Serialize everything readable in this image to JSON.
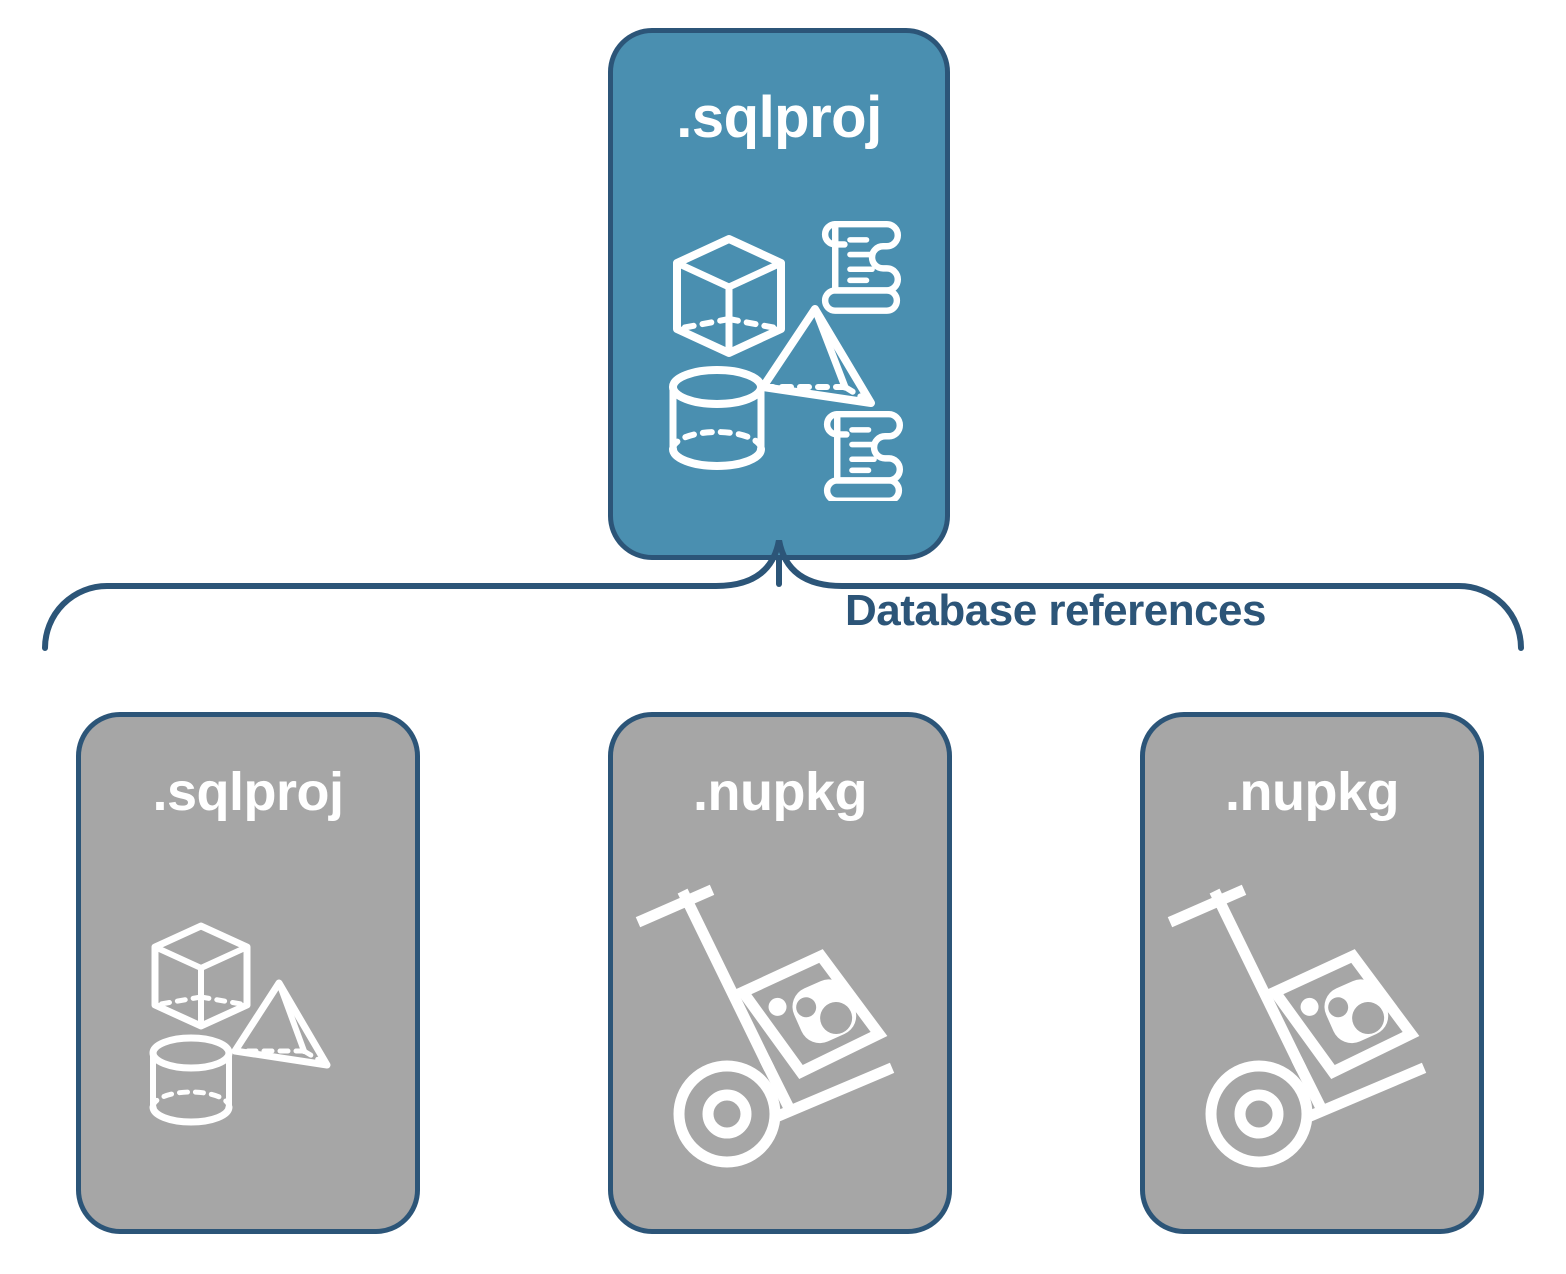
{
  "diagram": {
    "title_text": "Database references",
    "colors": {
      "primary_fill": "#4a8fb0",
      "secondary_fill": "#a6a6a6",
      "stroke": "#2c5578",
      "label_text": "#2c5578",
      "icon_stroke": "#ffffff",
      "background": "#ffffff"
    },
    "root": {
      "label": ".sqlproj",
      "kind": "primary",
      "icons": [
        "cube-wireframe-icon",
        "scroll-script-icon",
        "pyramid-wireframe-icon",
        "cylinder-wireframe-icon",
        "scroll-script-icon"
      ]
    },
    "connector": {
      "type": "brace",
      "label": "Database references",
      "from": ".sqlproj",
      "to": [
        ".sqlproj",
        ".nupkg",
        ".nupkg"
      ]
    },
    "references": [
      {
        "label": ".sqlproj",
        "kind": "secondary",
        "icons": [
          "cube-wireframe-icon",
          "pyramid-wireframe-icon",
          "cylinder-wireframe-icon"
        ]
      },
      {
        "label": ".nupkg",
        "kind": "secondary",
        "icons": [
          "hand-truck-package-icon"
        ]
      },
      {
        "label": ".nupkg",
        "kind": "secondary",
        "icons": [
          "hand-truck-package-icon"
        ]
      }
    ]
  }
}
